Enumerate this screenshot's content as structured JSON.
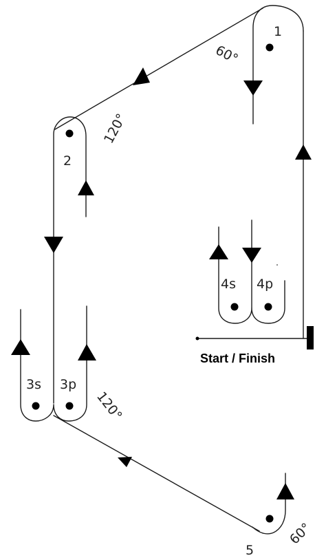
{
  "marks": [
    {
      "id": "1",
      "label": "1"
    },
    {
      "id": "2",
      "label": "2"
    },
    {
      "id": "3s",
      "label": "3s"
    },
    {
      "id": "3p",
      "label": "3p"
    },
    {
      "id": "4s",
      "label": "4s"
    },
    {
      "id": "4p",
      "label": "4p"
    },
    {
      "id": "5",
      "label": "5"
    }
  ],
  "angles": {
    "a1": "60°",
    "a2": "120°",
    "a3": "120°",
    "a4": "60°"
  },
  "start_finish": "Start / Finish",
  "colors": {
    "line": "#1a1a1a",
    "arrow": "#000000",
    "background": "#ffffff"
  }
}
